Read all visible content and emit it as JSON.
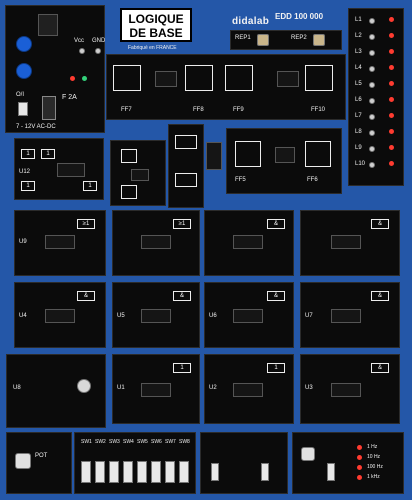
{
  "board": {
    "title_line1": "LOGIQUE",
    "title_line2": "DE BASE",
    "made_in": "Fabriqué en FRANCE",
    "brand": "didalab",
    "model": "EDD 100 000"
  },
  "power": {
    "vcc": "Vcc",
    "gnd": "GND",
    "onoff": "O/I",
    "fuse": "F 2A",
    "voltage": "7 - 12V AC-DC"
  },
  "rep": {
    "rep1": "REP1",
    "rep2": "REP2"
  },
  "flipflops": [
    "FF7",
    "FF8",
    "FF9",
    "FF10",
    "FF5",
    "FF6"
  ],
  "gate_labels": [
    "U12",
    "U9",
    "U4",
    "U5",
    "U6",
    "U7",
    "U8",
    "U1",
    "U2",
    "U3"
  ],
  "leds": [
    "L1",
    "L2",
    "L3",
    "L4",
    "L5",
    "L6",
    "L7",
    "L8",
    "L9",
    "L10"
  ],
  "switches": [
    "SW1",
    "SW2",
    "SW3",
    "SW4",
    "SW5",
    "SW6",
    "SW7",
    "SW8"
  ],
  "small": {
    "pot": "POT",
    "freq1": "1 Hz",
    "freq2": "10 Hz",
    "freq3": "100 Hz",
    "freq4": "1 kHz",
    "gate_and": "&",
    "gate_or": "≥1",
    "gate_one": "1"
  }
}
